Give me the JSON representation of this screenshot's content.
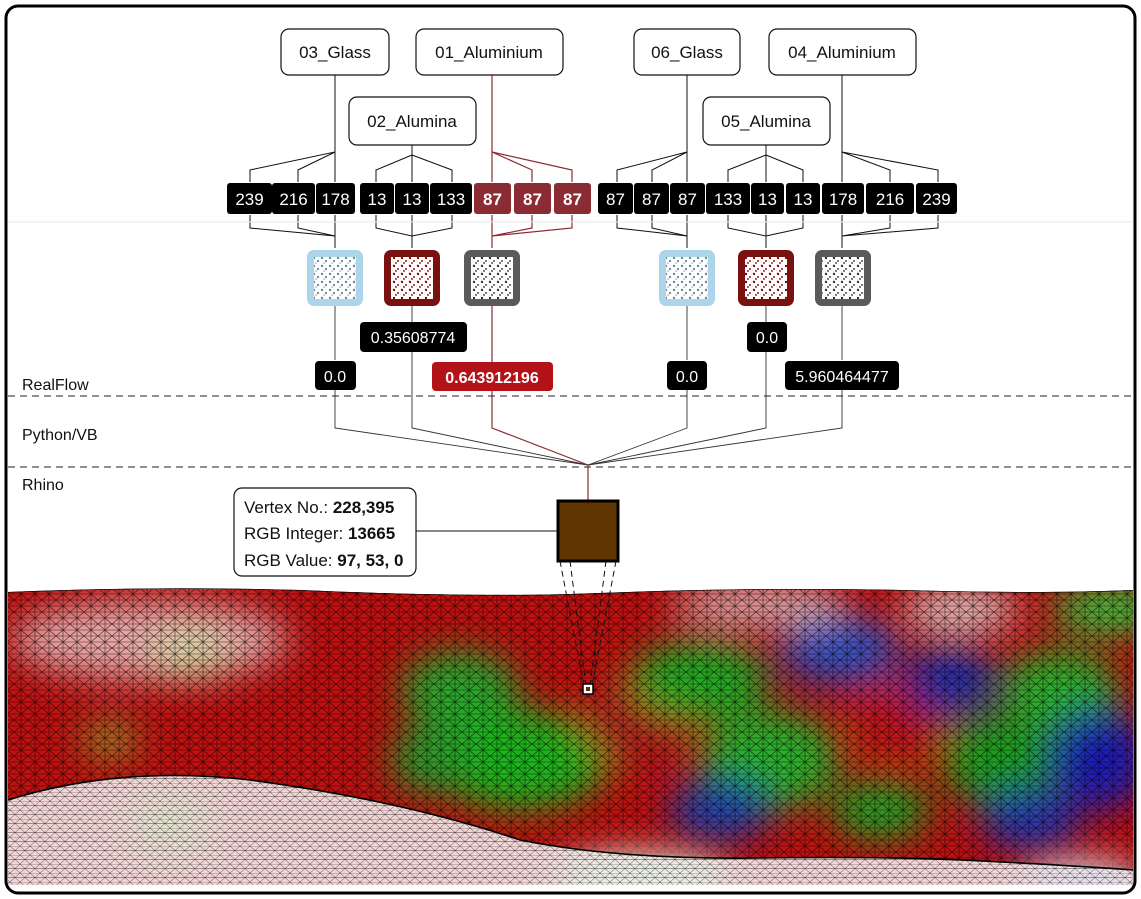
{
  "materials": [
    {
      "id": "m03",
      "label": "03_Glass"
    },
    {
      "id": "m01",
      "label": "01_Aluminium"
    },
    {
      "id": "m02",
      "label": "02_Alumina"
    },
    {
      "id": "m06",
      "label": "06_Glass"
    },
    {
      "id": "m04",
      "label": "04_Aluminium"
    },
    {
      "id": "m05",
      "label": "05_Alumina"
    }
  ],
  "rgb_values": [
    "239",
    "216",
    "178",
    "13",
    "13",
    "133",
    "87",
    "87",
    "87",
    "87",
    "87",
    "87",
    "133",
    "13",
    "13",
    "178",
    "216",
    "239"
  ],
  "highlight_indices": [
    6,
    7,
    8
  ],
  "weights": {
    "w1": "0.0",
    "w2": "0.35608774",
    "w3": "0.643912196",
    "w4": "0.0",
    "w5": "0.0",
    "w6": "5.960464477"
  },
  "layers": {
    "realflow": "RealFlow",
    "python": "Python/VB",
    "rhino": "Rhino"
  },
  "info": {
    "vertex_label": "Vertex No.: ",
    "vertex_value": "228,395",
    "rgb_int_label": "RGB Integer: ",
    "rgb_int_value": "13665",
    "rgb_val_label": "RGB Value: ",
    "rgb_val_value": "97, 53, 0"
  },
  "colors": {
    "accent_red": "#8b2c35",
    "glass_blue": "#aed4ea",
    "alumina_red": "#7a1010",
    "aluminium_gray": "#5a5a5a",
    "result_swatch": "#613500"
  }
}
